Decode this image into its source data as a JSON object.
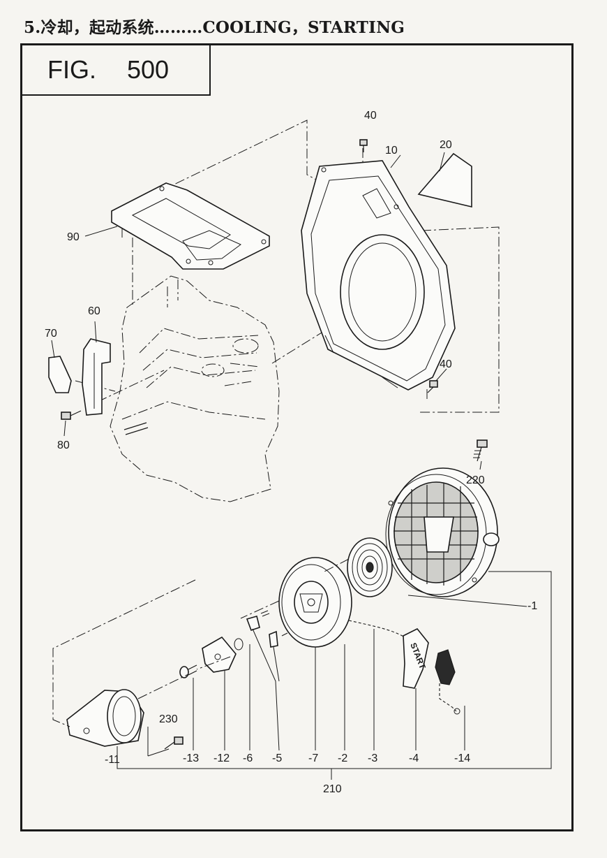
{
  "section_heading": "5.冷却，起动系统………COOLING，STARTING",
  "figure": {
    "prefix": "FIG.",
    "number": "500"
  },
  "handle_text": "START",
  "callouts": {
    "c40a": "40",
    "c10": "10",
    "c20": "20",
    "c90": "90",
    "c60": "60",
    "c70": "70",
    "c80": "80",
    "c40b": "40",
    "c220": "220",
    "c1": "-1",
    "c230": "230",
    "c11": "-11",
    "c13": "-13",
    "c12": "-12",
    "c6": "-6",
    "c5": "-5",
    "c7": "-7",
    "c2": "-2",
    "c3": "-3",
    "c4": "-4",
    "c14": "-14",
    "c210": "210"
  }
}
